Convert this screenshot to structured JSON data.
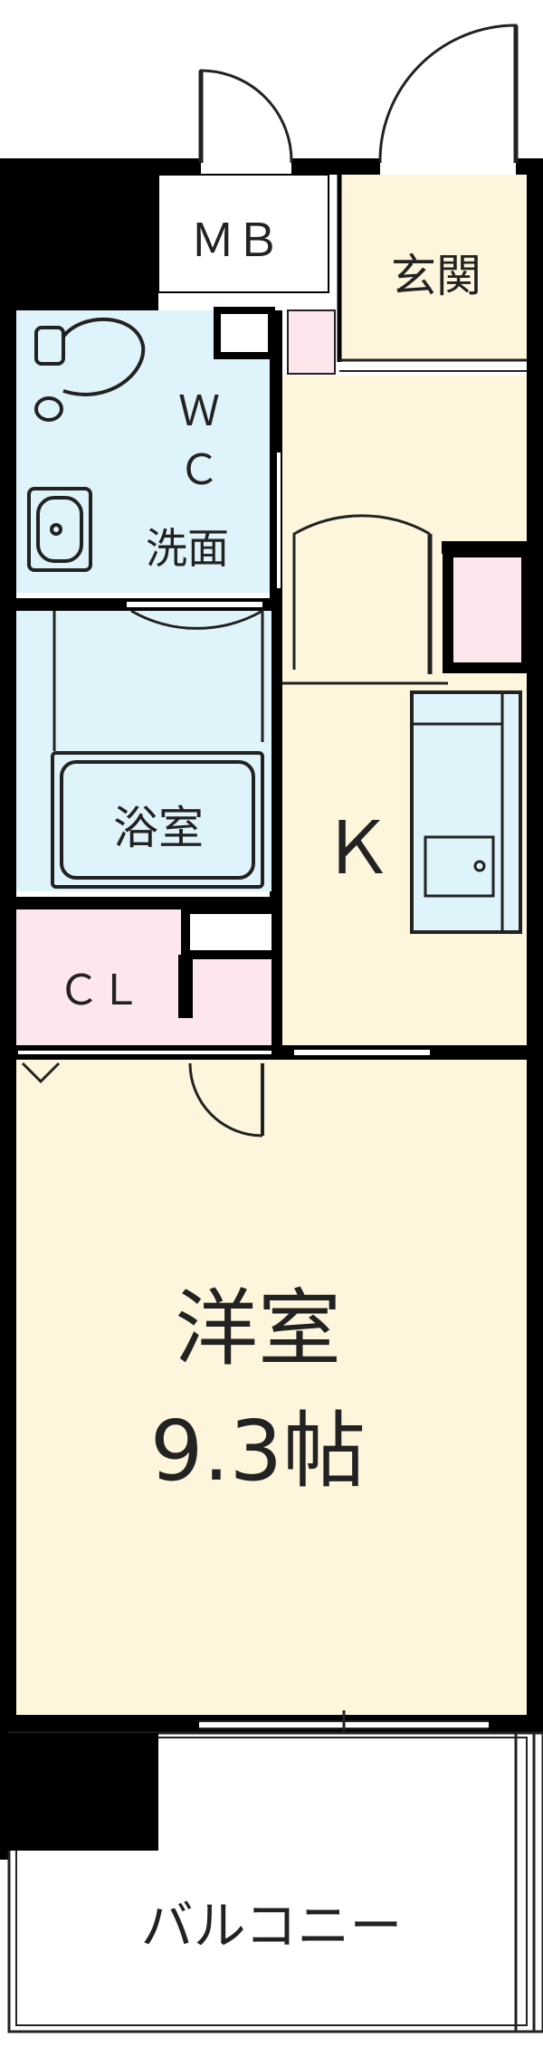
{
  "rooms": {
    "mb": "ＭＢ",
    "entrance": "玄関",
    "wc_w": "Ｗ",
    "wc_c": "Ｃ",
    "washroom": "洗面",
    "bath": "浴室",
    "kitchen": "Ｋ",
    "closet": "ＣＬ",
    "western_room": "洋室",
    "western_room_size": "9.3帖",
    "balcony": "バルコニー"
  },
  "colors": {
    "wall": "#000000",
    "entrance_floor": "#fdf6dc",
    "wet_area": "#dff3fa",
    "closet": "#fde6ec",
    "room_floor": "#fdf6dc",
    "line": "#222222"
  }
}
